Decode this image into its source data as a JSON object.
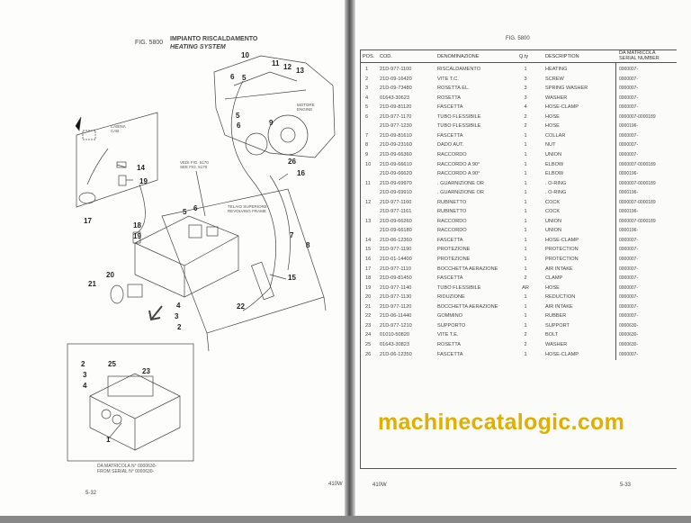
{
  "left_page": {
    "fig_label": "FIG. 5800",
    "title_it": "IMPIANTO RISCALDAMENTO",
    "title_en": "HEATING SYSTEM",
    "notes": {
      "cab_it": "CABINA",
      "cab_en": "CAB",
      "engine_it": "MOTORE",
      "engine_en": "ENGINE",
      "see_it": "VEDI FIG. 5170",
      "see_en": "SEE FIG. 5170",
      "frame_it": "TELAIO SUPERIORE",
      "frame_en": "REVOLVING FRAME",
      "serial_it": "DA MATRICOLA N° 0000630-",
      "serial_en": "FROM SERIAL N° 0000630-"
    },
    "callouts": [
      "10",
      "11",
      "12",
      "13",
      "6",
      "5",
      "5",
      "6",
      "9",
      "14",
      "19",
      "17",
      "26",
      "16",
      "5",
      "6",
      "18",
      "19",
      "20",
      "21",
      "7",
      "8",
      "15",
      "22",
      "4",
      "3",
      "2",
      "2",
      "25",
      "3",
      "23",
      "4",
      "1"
    ],
    "page_number": "5-32",
    "model": "410W"
  },
  "right_page": {
    "fig_label": "FIG. 5800",
    "columns": {
      "pos": "POS.",
      "cod": "COD.",
      "den": "DENOMINAZIONE",
      "qty": "Q.ty",
      "desc": "DESCRIPTION",
      "serial_it": "DA MATRICOLA",
      "serial_en": "SERIAL NUMBER"
    },
    "rows": [
      {
        "pos": "1",
        "cod": "21D-977-1100",
        "den": "RISCALDAMENTO",
        "qty": "1",
        "desc": "HEATING",
        "serial": "0000007-"
      },
      {
        "pos": "2",
        "cod": "21D-09-16420",
        "den": "VITE T.C.",
        "qty": "3",
        "desc": "SCREW",
        "serial": "0000007-"
      },
      {
        "pos": "3",
        "cod": "21D-09-73480",
        "den": "ROSETTA EL.",
        "qty": "3",
        "desc": "SPRING WASHER",
        "serial": "0000007-"
      },
      {
        "pos": "4",
        "cod": "01643-30623",
        "den": "ROSETTA",
        "qty": "3",
        "desc": "WASHER",
        "serial": "0000007-"
      },
      {
        "pos": "5",
        "cod": "21D-09-81120",
        "den": "FASCETTA",
        "qty": "4",
        "desc": "HOSE-CLAMP",
        "serial": "0000007-"
      },
      {
        "pos": "6",
        "cod": "21D-977-1170",
        "den": "TUBO FLESSIBILE",
        "qty": "2",
        "desc": "HOSE",
        "serial": "0000007-0000189"
      },
      {
        "pos": "",
        "cod": "21D-977-1230",
        "den": "TUBO FLESSIBILE",
        "qty": "2",
        "desc": "HOSE",
        "serial": "0000196-"
      },
      {
        "pos": "7",
        "cod": "21D-09-81610",
        "den": "FASCETTA",
        "qty": "1",
        "desc": "COLLAR",
        "serial": "0000007-"
      },
      {
        "pos": "8",
        "cod": "21D-09-23160",
        "den": "DADO AUT.",
        "qty": "1",
        "desc": "NUT",
        "serial": "0000007-"
      },
      {
        "pos": "9",
        "cod": "21D-09-66360",
        "den": "RACCORDO",
        "qty": "1",
        "desc": "UNION",
        "serial": "0000007-"
      },
      {
        "pos": "10",
        "cod": "21D-09-66610",
        "den": "RACCORDO A 90°",
        "qty": "1",
        "desc": "ELBOW",
        "serial": "0000007-0000189"
      },
      {
        "pos": "",
        "cod": "21D-09-66620",
        "den": "RACCORDO A 90°",
        "qty": "1",
        "desc": "ELBOW",
        "serial": "0000196-"
      },
      {
        "pos": "11",
        "cod": "21D-09-69970",
        "den": ". GUARNIZIONE OR",
        "qty": "1",
        "desc": ". O-RING",
        "serial": "0000007-0000189"
      },
      {
        "pos": "",
        "cod": "21D-09-69910",
        "den": ". GUARNIZIONE OR",
        "qty": "1",
        "desc": ". O-RING",
        "serial": "0000196-"
      },
      {
        "pos": "12",
        "cod": "21D-977-1160",
        "den": "RUBINETTO",
        "qty": "1",
        "desc": "COCK",
        "serial": "0000007-0000189"
      },
      {
        "pos": "",
        "cod": "21D-977-1161",
        "den": "RUBINETTO",
        "qty": "1",
        "desc": "COCK",
        "serial": "0000196-"
      },
      {
        "pos": "13",
        "cod": "21D-09-66260",
        "den": "RACCORDO",
        "qty": "1",
        "desc": "UNION",
        "serial": "0000007-0000189"
      },
      {
        "pos": "",
        "cod": "21D-09-66180",
        "den": "RACCORDO",
        "qty": "1",
        "desc": "UNION",
        "serial": "0000196-"
      },
      {
        "pos": "14",
        "cod": "21D-06-12360",
        "den": "FASCETTA",
        "qty": "1",
        "desc": "HOSE-CLAMP",
        "serial": "0000007-"
      },
      {
        "pos": "15",
        "cod": "21D-977-1190",
        "den": "PROTEZIONE",
        "qty": "1",
        "desc": "PROTECTION",
        "serial": "0000007-"
      },
      {
        "pos": "16",
        "cod": "21D-01-14400",
        "den": "PROTEZIONE",
        "qty": "1",
        "desc": "PROTECTION",
        "serial": "0000007-"
      },
      {
        "pos": "17",
        "cod": "21D-977-1110",
        "den": "BOCCHETTA AERAZIONE",
        "qty": "1",
        "desc": "AIR INTAKE",
        "serial": "0000007-"
      },
      {
        "pos": "18",
        "cod": "21D-09-81450",
        "den": "FASCETTA",
        "qty": "2",
        "desc": "CLAMP",
        "serial": "0000007-"
      },
      {
        "pos": "19",
        "cod": "21D-977-1140",
        "den": "TUBO FLESSIBILE",
        "qty": "AR",
        "desc": "HOSE",
        "serial": "0000007-"
      },
      {
        "pos": "20",
        "cod": "21D-977-1130",
        "den": "RIDUZIONE",
        "qty": "1",
        "desc": "REDUCTION",
        "serial": "0000007-"
      },
      {
        "pos": "21",
        "cod": "21D-977-1120",
        "den": "BOCCHETTA AERAZIONE",
        "qty": "1",
        "desc": "AIR INTAKE",
        "serial": "0000007-"
      },
      {
        "pos": "22",
        "cod": "21D-06-11440",
        "den": "GOMMINO",
        "qty": "1",
        "desc": "RUBBER",
        "serial": "0000007-"
      },
      {
        "pos": "23",
        "cod": "21D-977-1210",
        "den": "SUPPORTO",
        "qty": "1",
        "desc": "SUPPORT",
        "serial": "0000630-"
      },
      {
        "pos": "24",
        "cod": "01010-50820",
        "den": "VITE T.E.",
        "qty": "2",
        "desc": "BOLT",
        "serial": "0000630-"
      },
      {
        "pos": "25",
        "cod": "01643-30823",
        "den": "ROSETTA",
        "qty": "2",
        "desc": "WASHER",
        "serial": "0000630-"
      },
      {
        "pos": "26",
        "cod": "21D-06-12350",
        "den": "FASCETTA",
        "qty": "1",
        "desc": "HOSE-CLAMP",
        "serial": "0000007-"
      }
    ],
    "model": "410W",
    "page_number": "5-33"
  },
  "watermark": "machinecatalogic.com",
  "colors": {
    "watermark": "#e0b000",
    "ink": "#333333"
  }
}
